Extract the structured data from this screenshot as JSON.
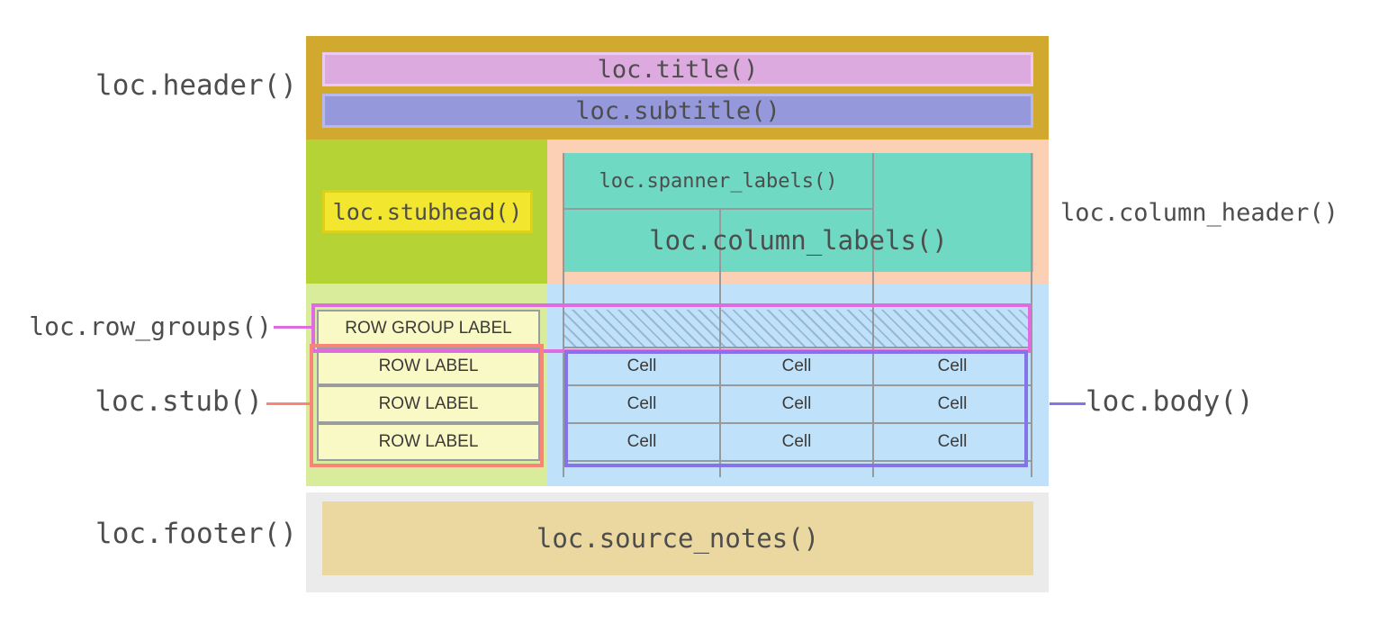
{
  "annotations": {
    "header": "loc.header()",
    "row_groups": "loc.row_groups()",
    "stub": "loc.stub()",
    "footer": "loc.footer()",
    "column_header": "loc.column_header()",
    "body": "loc.body()"
  },
  "table": {
    "title": "loc.title()",
    "subtitle": "loc.subtitle()",
    "stubhead": "loc.stubhead()",
    "spanner_labels": "loc.spanner_labels()",
    "column_labels": "loc.column_labels()",
    "row_group_label": "ROW GROUP LABEL",
    "row_labels": [
      "ROW LABEL",
      "ROW LABEL",
      "ROW LABEL"
    ],
    "body_cells": [
      [
        "Cell",
        "Cell",
        "Cell"
      ],
      [
        "Cell",
        "Cell",
        "Cell"
      ],
      [
        "Cell",
        "Cell",
        "Cell"
      ]
    ],
    "source_notes": "loc.source_notes()"
  },
  "colors": {
    "header_band": "#d1a92f",
    "title_bar": "#dcaade",
    "subtitle_bar": "#9598da",
    "stubhead_area": "#b5d334",
    "stubhead_box": "#f2e62e",
    "column_header_area": "#fcd0b5",
    "column_labels_panel": "#6fd9c3",
    "stub_area": "#d9ec9b",
    "body_area": "#bfe2fa",
    "stub_cell": "#f9f9c6",
    "row_groups_outline": "#e06ae0",
    "stub_outline": "#fb8478",
    "body_outline": "#8374ec",
    "footer_band": "#ebebeb",
    "source_notes_box": "#ebd8a0",
    "grid_line": "#97999b"
  }
}
